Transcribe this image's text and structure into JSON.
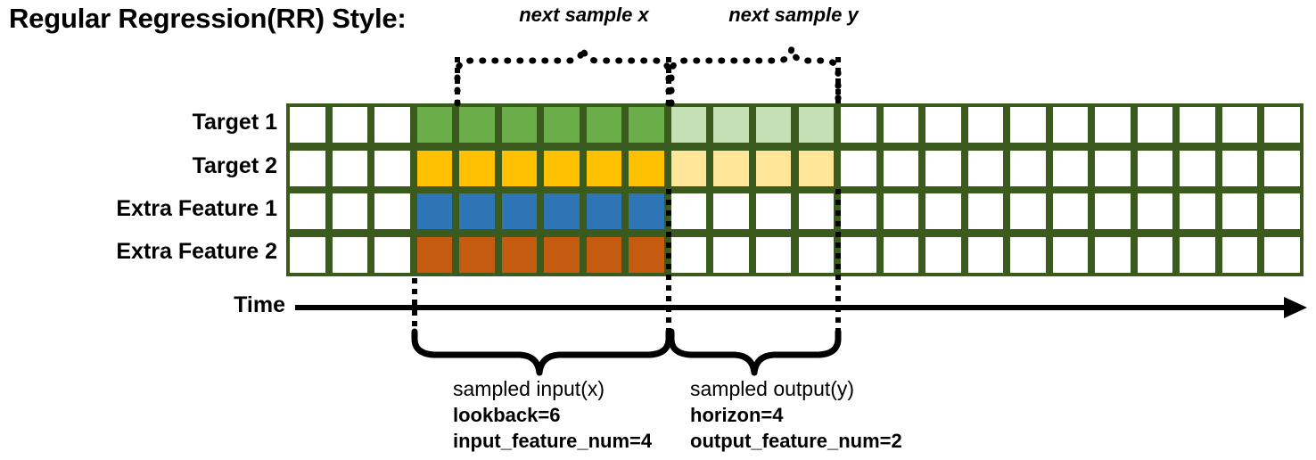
{
  "title": "Regular Regression(RR) Style:",
  "rows": [
    {
      "label": "Target 1",
      "dark_color": "#6BAE49",
      "light_color": "#C5E0B4",
      "has_light": true
    },
    {
      "label": "Target 2",
      "dark_color": "#FFC000",
      "light_color": "#FFE699",
      "has_light": true
    },
    {
      "label": "Extra Feature 1",
      "dark_color": "#2E75B6",
      "light_color": "#FFFFFF",
      "has_light": false
    },
    {
      "label": "Extra Feature 2",
      "dark_color": "#C55A11",
      "light_color": "#FFFFFF",
      "has_light": false
    }
  ],
  "grid": {
    "total_columns": 24,
    "leading_empty_columns": 3,
    "input_columns": 6,
    "output_columns": 4,
    "trailing_empty_columns": 11,
    "cell_empty_color": "#FFFFFF",
    "border_color": "#3A5A1E"
  },
  "time_axis": {
    "label": "Time"
  },
  "top_braces": [
    {
      "caption": "next sample x"
    },
    {
      "caption": "next sample y"
    }
  ],
  "bottom_notes": [
    {
      "header": "sampled input(x)",
      "line2": "lookback=6",
      "line3": "input_feature_num=4"
    },
    {
      "header": "sampled output(y)",
      "line2": "horizon=4",
      "line3": "output_feature_num=2"
    }
  ],
  "colors": {
    "grid_border": "#3A5A1E",
    "dark_green": "#6BAE49",
    "light_green": "#C5E0B4",
    "gold": "#FFC000",
    "light_gold": "#FFE699",
    "blue": "#2E75B6",
    "orange": "#C55A11",
    "ink": "#000000"
  }
}
